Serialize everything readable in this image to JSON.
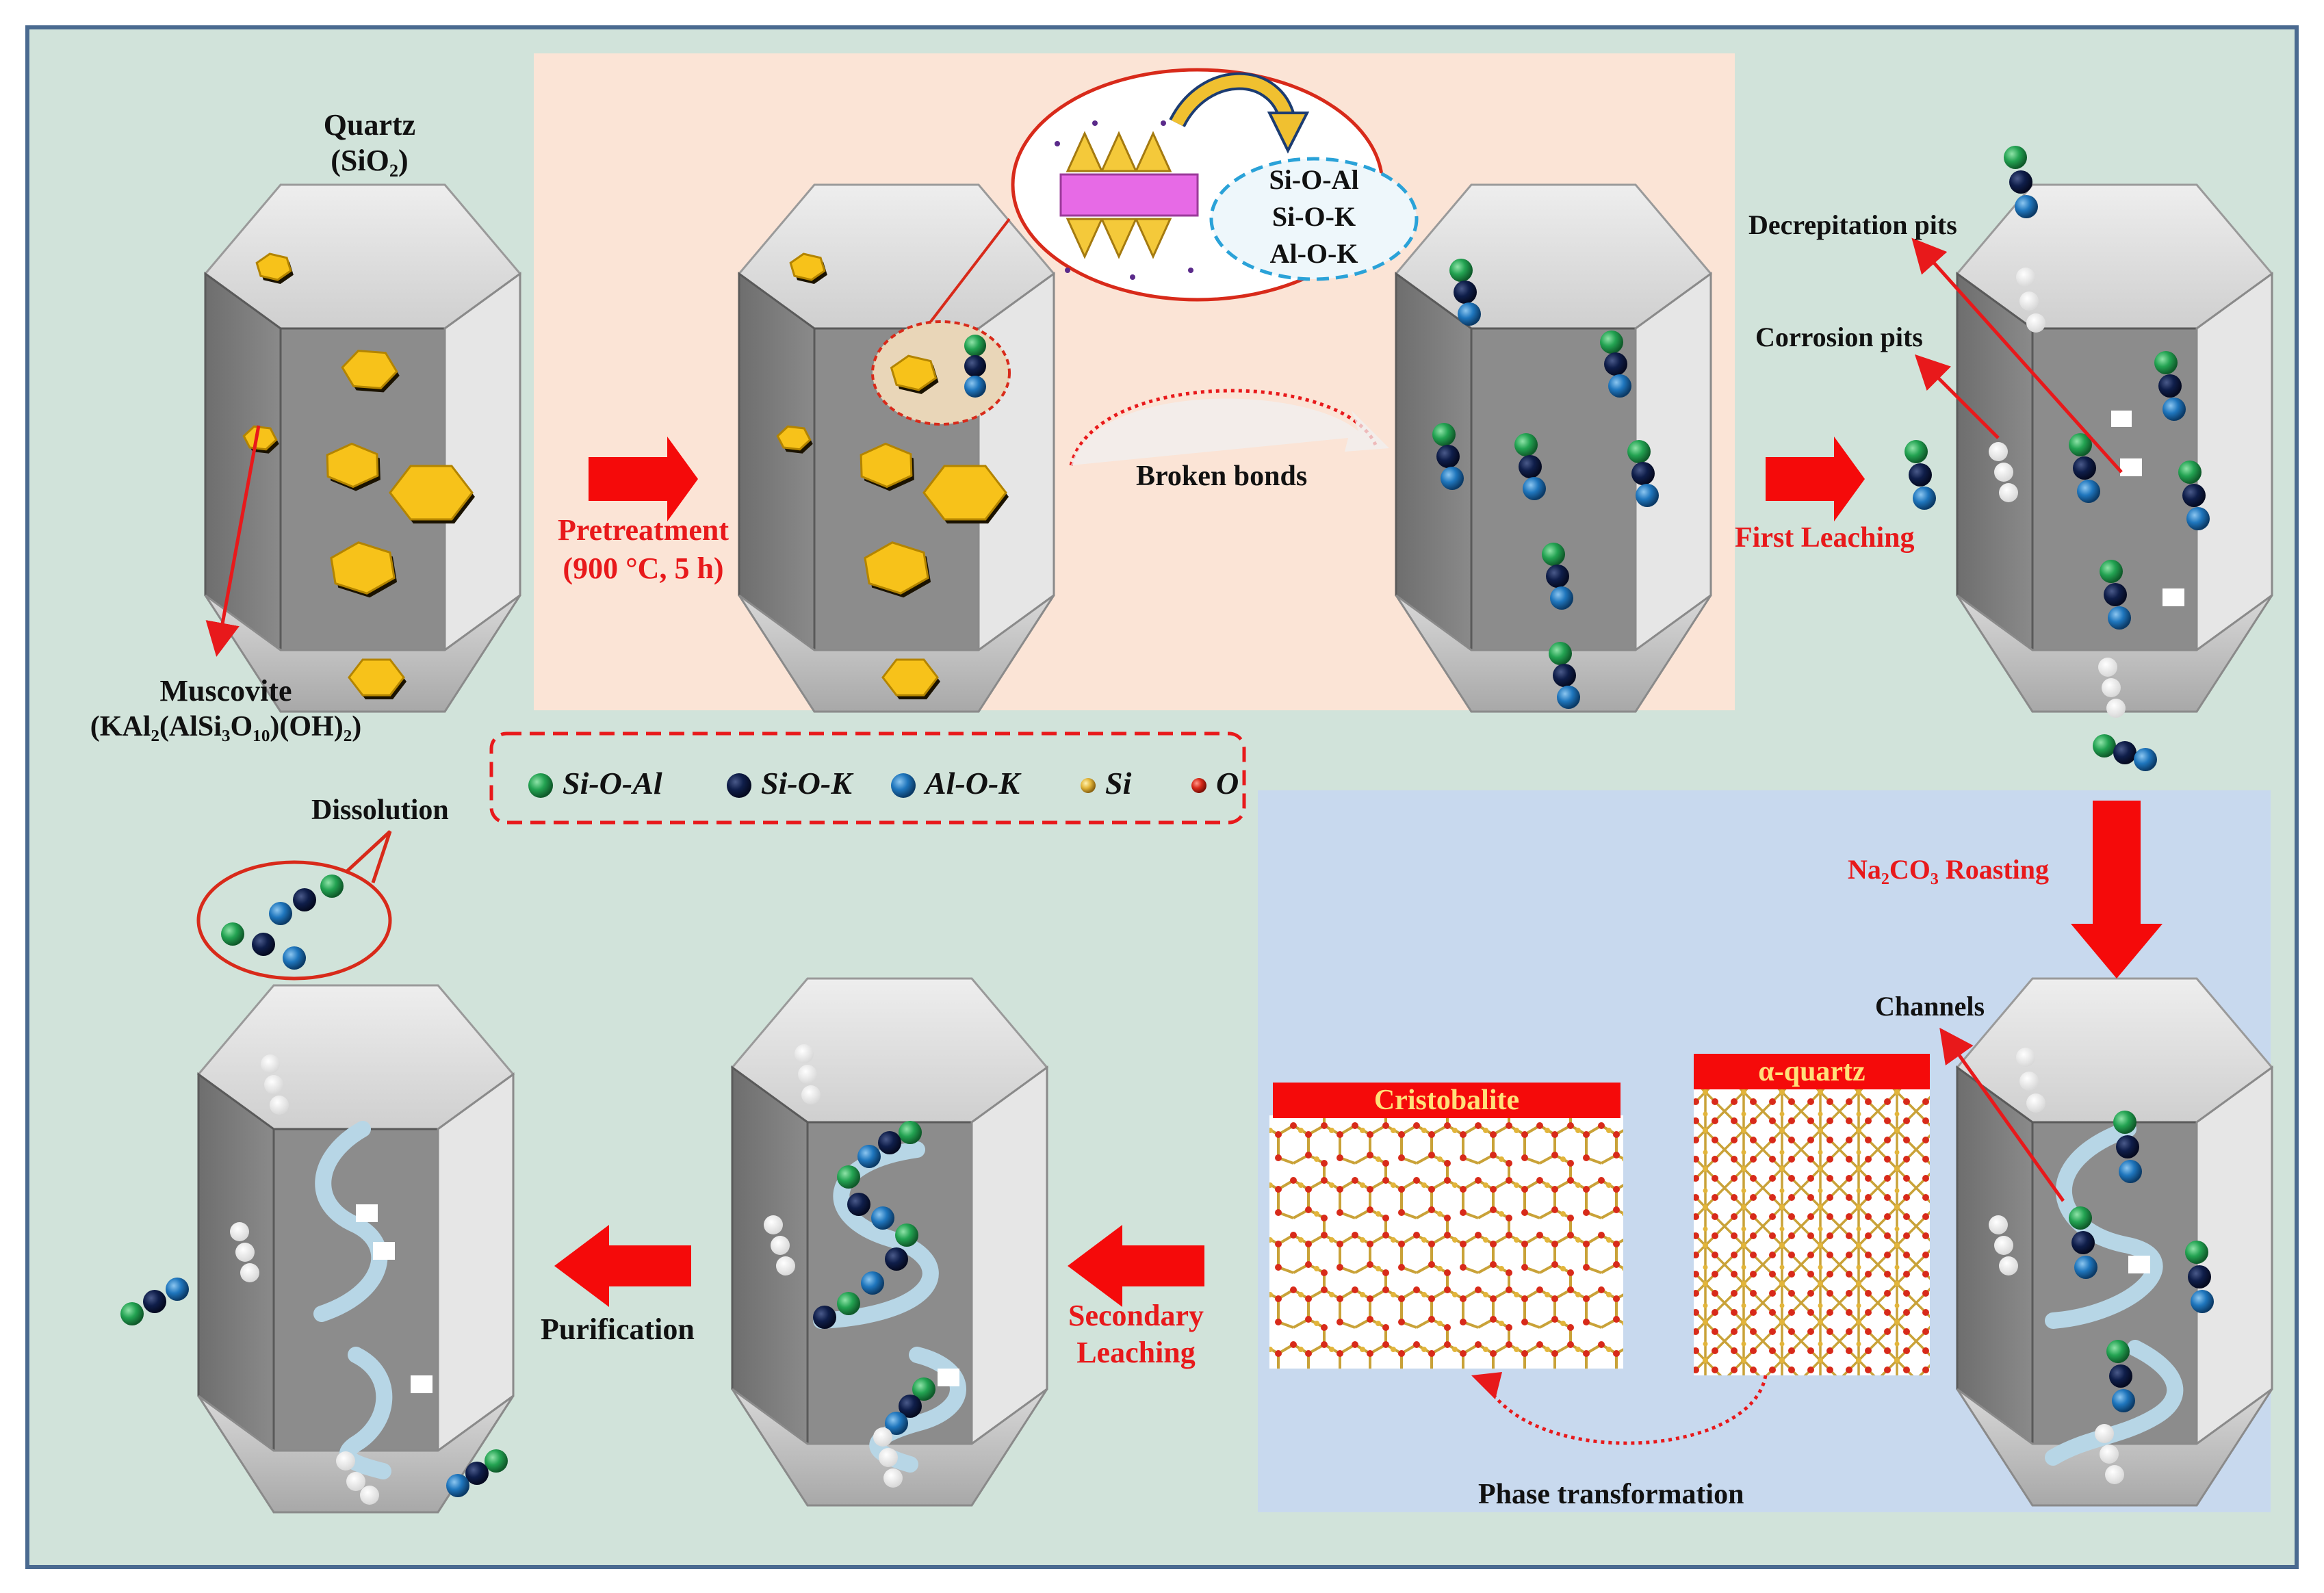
{
  "labels": {
    "quartz": "Quartz",
    "quartz_formula": "(SiO₂)",
    "muscovite": "Muscovite",
    "muscovite_formula": "(KAl₂(AlSi₃O₁₀)(OH)₂)",
    "pretreatment": "Pretreatment",
    "pretreatment_cond": "(900 °C, 5 h)",
    "bonds_box": [
      "Si-O-Al",
      "Si-O-K",
      "Al-O-K"
    ],
    "broken_bonds": "Broken bonds",
    "decrepitation_pits": "Decrepitation pits",
    "corrosion_pits": "Corrosion pits",
    "first_leaching": "First Leaching",
    "roasting": "Na₂CO₃ Roasting",
    "channels": "Channels",
    "cristobalite": "Cristobalite",
    "alpha_quartz": "α-quartz",
    "phase_transformation": "Phase transformation",
    "secondary_leaching_1": "Secondary",
    "secondary_leaching_2": "Leaching",
    "purification": "Purification",
    "dissolution": "Dissolution"
  },
  "legend": [
    {
      "label": "Si-O-Al",
      "color": "#1f9e4a"
    },
    {
      "label": "Si-O-K",
      "color": "#0f1e4a"
    },
    {
      "label": "Al-O-K",
      "color": "#1a6fb5"
    },
    {
      "label": "Si",
      "color": "#e2b53a"
    },
    {
      "label": "O",
      "color": "#d82a1a"
    }
  ],
  "colors": {
    "background": "#d1e3da",
    "pretreatment_panel": "#fbe4d6",
    "roasting_panel": "#c8d9ee",
    "arrow_red": "#f50a0a",
    "crystal_face": "#8c8c8c",
    "muscovite": "#f7c21a"
  }
}
